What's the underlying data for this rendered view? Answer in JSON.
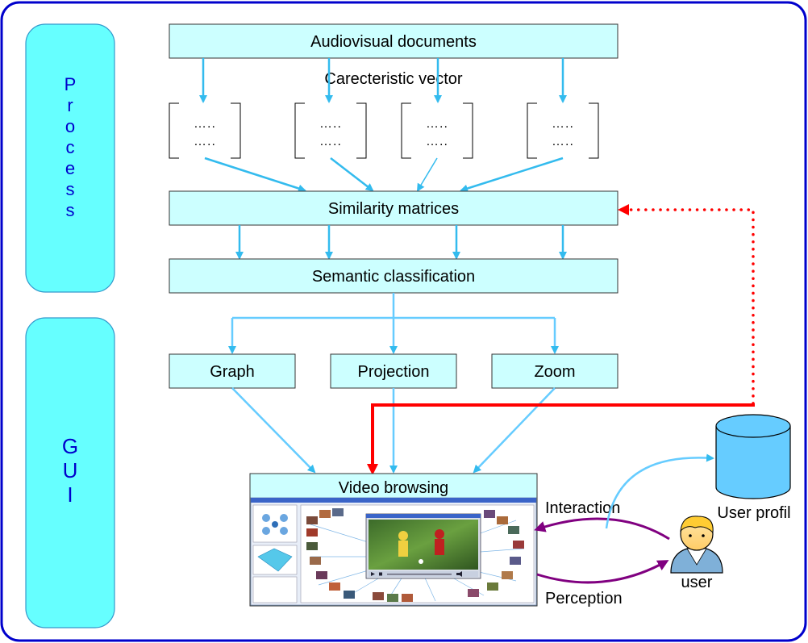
{
  "side_panels": {
    "process": "Process",
    "gui": "GUI"
  },
  "boxes": {
    "audiovisual": "Audiovisual documents",
    "similarity": "Similarity matrices",
    "semantic": "Semantic classification",
    "graph": "Graph",
    "projection": "Projection",
    "zoom": "Zoom",
    "video_browsing": "Video browsing"
  },
  "labels": {
    "caracteristic": "Carecteristic vector",
    "vector_dots": "…..",
    "interaction": "Interaction",
    "perception": "Perception",
    "user_profil": "User profil",
    "user": "user"
  },
  "colors": {
    "box_fill": "#ccffff",
    "side_fill": "#66ffff",
    "arrow_blue": "#66ccff",
    "arrow_red": "#ff0000",
    "arrow_purple": "#800080",
    "frame": "#0000cc",
    "side_text": "#0000cc",
    "cylinder": "#66ccff"
  }
}
